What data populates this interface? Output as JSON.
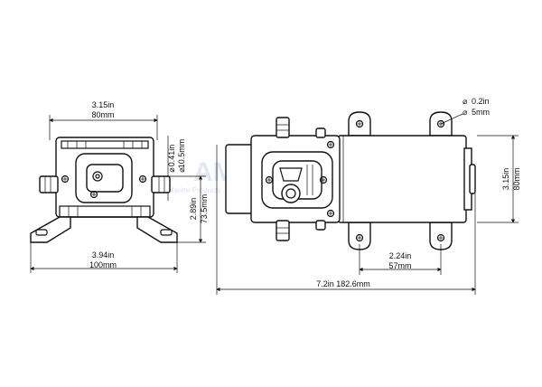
{
  "dimensions": {
    "front_width_in": "3.15in",
    "front_width_mm": "80mm",
    "port_dia_in": "0.41in",
    "port_dia_mm": "10.5mm",
    "port_height_in": "2.89in",
    "port_height_mm": "73.5mm",
    "base_width_in": "3.94in",
    "base_width_mm": "100mm",
    "hole_dia_in": "0.2in",
    "hole_dia_mm": "5mm",
    "side_height_in": "3.15in",
    "side_height_mm": "80mm",
    "mount_spacing_in": "2.24in",
    "mount_spacing_mm": "57mm",
    "overall_length": "7.2in 182.6mm",
    "diameter_symbol": "⌀"
  },
  "watermark": {
    "logo": "AMAO",
    "tagline": "Marine Products"
  }
}
